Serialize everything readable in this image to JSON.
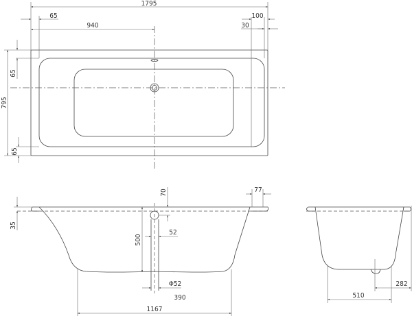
{
  "top_view": {
    "overall_length": "1795",
    "rim_left": "65",
    "drain_offset": "940",
    "rim_right_outer": "100",
    "rim_right_inner": "30",
    "overall_width": "795",
    "rim_top": "65",
    "rim_bottom": "65"
  },
  "side_view": {
    "rim_height": "35",
    "overflow_depth": "70",
    "deck_width": "77",
    "depth": "500",
    "overflow_diameter": "52",
    "waste_diameter": "Φ52",
    "waste_height": "390",
    "base_length": "1167"
  },
  "end_view": {
    "base_width": "510",
    "waste_offset": "282"
  }
}
